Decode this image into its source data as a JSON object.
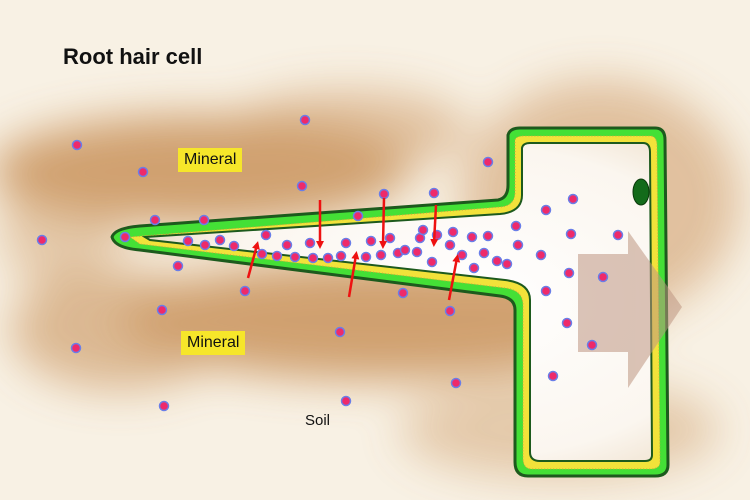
{
  "title": "Root hair cell",
  "labels": {
    "mineral_top": "Mineral",
    "mineral_bottom": "Mineral",
    "soil": "Soil"
  },
  "colors": {
    "soil_background": "#f8f1e4",
    "soil_dark": "#c9935c",
    "cell_wall": "#44e036",
    "cell_outline": "#1d5a1d",
    "membrane": "#f2e23a",
    "mineral_particle": "#ee2a6a",
    "particle_ring": "#6a7ee8",
    "arrow": "#ee1111",
    "label_bg": "#f6e62a"
  }
}
